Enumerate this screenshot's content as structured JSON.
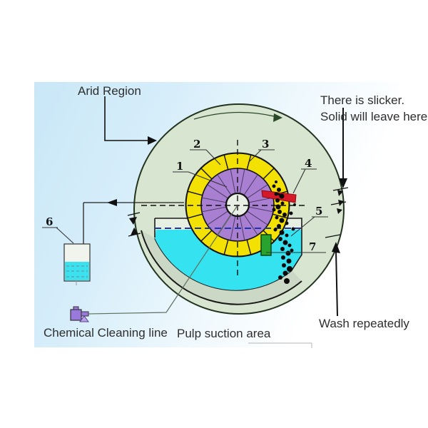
{
  "labels": {
    "arid_region": "Arid Region",
    "slicker_line1": "There is slicker.",
    "slicker_line2": "Solid will leave here",
    "wash_repeatedly": "Wash repeatedly",
    "chemical_cleaning_line": "Chemical Cleaning line",
    "pulp_suction_area": "Pulp suction area"
  },
  "parts": {
    "n1": "1",
    "n2": "2",
    "n3": "3",
    "n4": "4",
    "n5": "5",
    "n6": "6",
    "n7": "7"
  },
  "colors": {
    "background_blue": "#c9e7f7",
    "drum_green": "#d7e5d1",
    "drum_edge": "#23341f",
    "ring_yellow": "#f2e103",
    "disc_purple": "#a97fd2",
    "hub_white": "#e9efe5",
    "pulp_cyan": "#35e2ef",
    "bowl_gray": "#ccd8c6",
    "basin_pale": "#e7efe2",
    "scraper_red": "#d41a28",
    "valve_green": "#28a42e",
    "pump_purple": "#9a79dd",
    "tank_liquid_cyan": "#3ae2ef",
    "tank_top_pale": "#f0f4ec",
    "water_line_blue": "#1b34af"
  }
}
